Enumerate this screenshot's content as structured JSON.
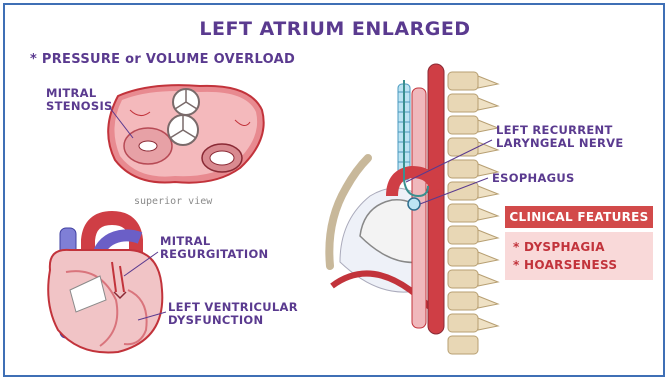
{
  "title": "LEFT ATRIUM ENLARGED",
  "subtitle": "* PRESSURE or VOLUME OVERLOAD",
  "labels": {
    "mitral_stenosis": [
      "MITRAL",
      "STENOSIS"
    ],
    "superior_view": "superior view",
    "mitral_regurgitation": [
      "MITRAL",
      "REGURGITATION"
    ],
    "lv_dysfunction": [
      "LEFT VENTRICULAR",
      "DYSFUNCTION"
    ],
    "left_recurrent_laryngeal": [
      "LEFT RECURRENT",
      "LARYNGEAL NERVE"
    ],
    "esophagus": "ESOPHAGUS"
  },
  "clinical": {
    "header": "CLINICAL FEATURES",
    "items": [
      "* DYSPHAGIA",
      "* HOARSENESS"
    ]
  },
  "colors": {
    "border": "#3f6fb5",
    "heading": "#5a3a8f",
    "clinical_header_bg": "#d24a4a",
    "clinical_box_bg": "#f9d9d9",
    "clinical_text": "#c2333b",
    "heart_pink": "#f1c4c6",
    "vessel_blue": "#7f7fd6",
    "aorta_red": "#cf3e45"
  }
}
